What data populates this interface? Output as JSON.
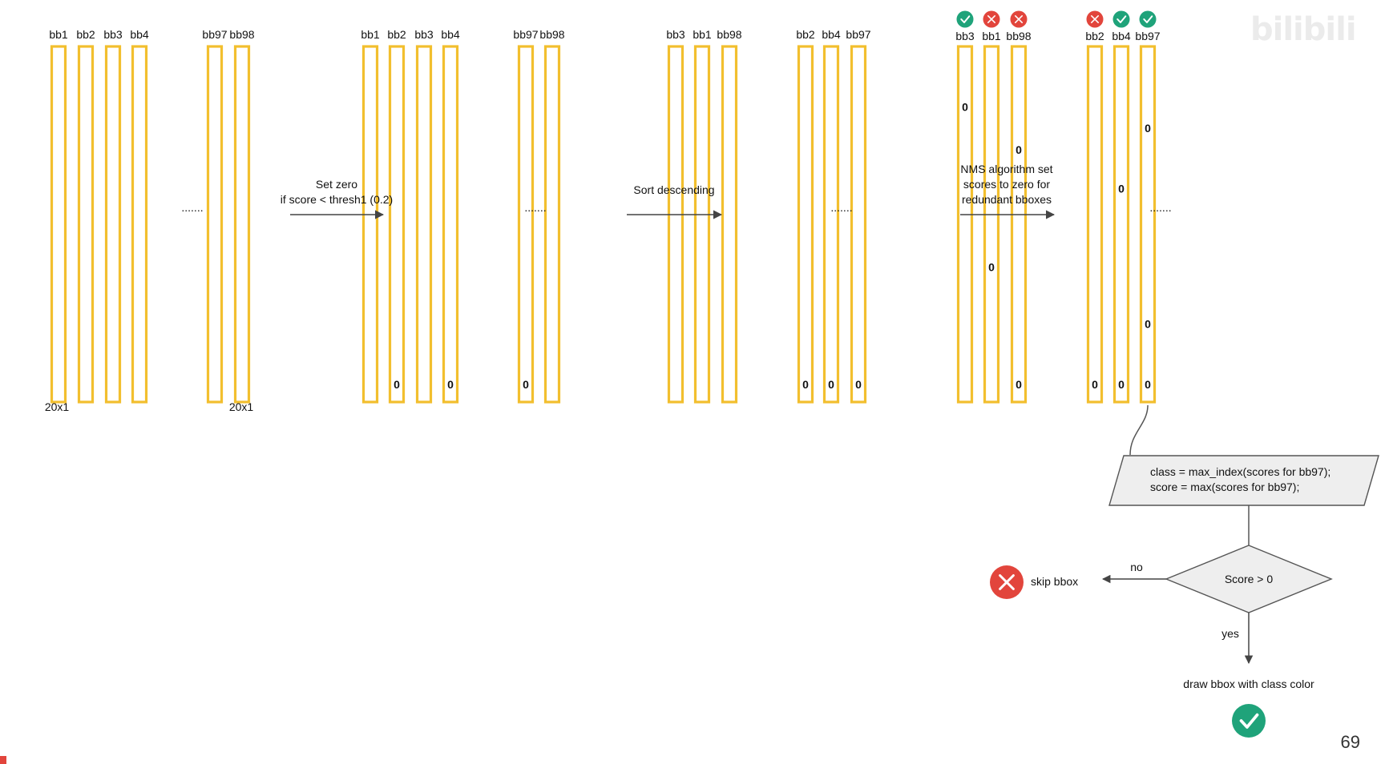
{
  "colors": {
    "bar": "#F2BF2E",
    "text": "#111111",
    "arrow": "#444444",
    "check": "#1FA37A",
    "cross": "#E2453C",
    "box_fill": "#EEEEEE",
    "box_stroke": "#555555"
  },
  "groups": [
    {
      "id": "g1",
      "labels": [
        "bb1",
        "bb2",
        "bb3",
        "bb4",
        "bb97",
        "bb98"
      ],
      "zeros": [
        [],
        [],
        [],
        [],
        [],
        []
      ],
      "marks": [],
      "dims": "20x1"
    },
    {
      "id": "g2",
      "labels": [
        "bb1",
        "bb2",
        "bb3",
        "bb4",
        "bb97",
        "bb98"
      ],
      "zeros": [
        [],
        [
          0.95
        ],
        [],
        [
          0.95
        ],
        [
          0.95
        ],
        []
      ],
      "marks": []
    },
    {
      "id": "g3",
      "labels": [
        "bb3",
        "bb1",
        "bb98",
        "bb2",
        "bb4",
        "bb97"
      ],
      "zeros": [
        [],
        [],
        [],
        [
          0.95
        ],
        [
          0.95
        ],
        [
          0.95
        ]
      ],
      "marks": []
    },
    {
      "id": "g4",
      "labels": [
        "bb3",
        "bb1",
        "bb98",
        "bb2",
        "bb4",
        "bb97"
      ],
      "zeros": [
        [
          0.17
        ],
        [
          0.62
        ],
        [
          0.29,
          0.95
        ],
        [
          0.95
        ],
        [
          0.4,
          0.95
        ],
        [
          0.23,
          0.78,
          0.95
        ]
      ],
      "marks": [
        "check",
        "cross",
        "cross",
        "cross",
        "check",
        "check"
      ]
    }
  ],
  "ellipsis": ".......",
  "steps": [
    {
      "lines": [
        "Set zero",
        "if score < thresh1 (0.2)"
      ]
    },
    {
      "lines": [
        "Sort descending"
      ]
    },
    {
      "lines": [
        "NMS algorithm set",
        "scores to zero for",
        "redundant bboxes"
      ]
    }
  ],
  "flow": {
    "box_lines": [
      "class = max_index(scores for bb97);",
      "score = max(scores for bb97);"
    ],
    "decision": "Score > 0",
    "no_label": "no",
    "yes_label": "yes",
    "skip_text": "skip bbox",
    "draw_text": "draw bbox with class color",
    "skip_icon": "cross-circle-icon",
    "draw_icon": "check-circle-icon"
  },
  "page_number": "69",
  "watermark": "bilibili"
}
